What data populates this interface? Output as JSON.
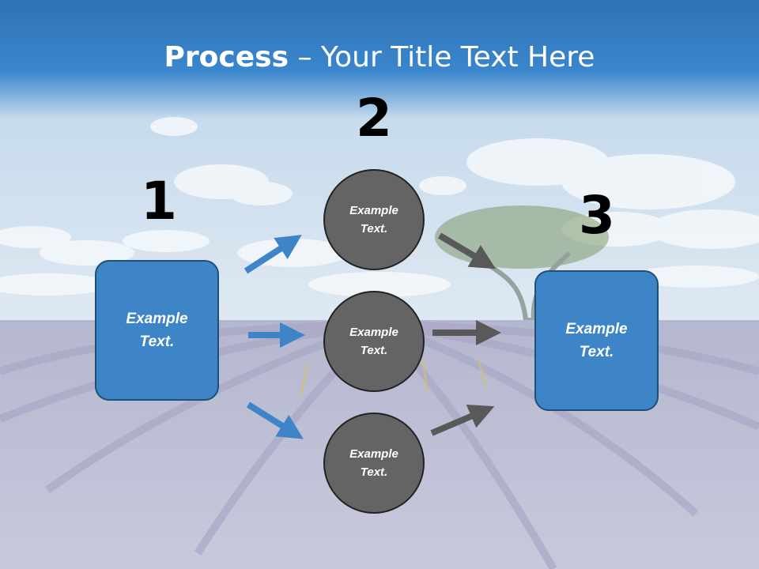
{
  "title": {
    "bold": "Process",
    "rest": " – Your Title Text Here"
  },
  "steps": [
    {
      "number": "1",
      "text": "Example\nText."
    },
    {
      "number": "2",
      "items": [
        "Example\nText.",
        "Example\nText.",
        "Example\nText."
      ]
    },
    {
      "number": "3",
      "text": "Example\nText."
    }
  ],
  "colors": {
    "box": "#3d85c6",
    "circle": "#646464",
    "arrow_blue": "#3d85c6",
    "arrow_gray": "#595959"
  }
}
